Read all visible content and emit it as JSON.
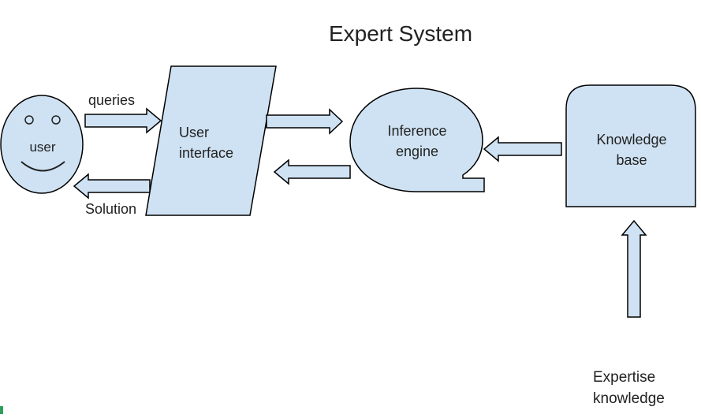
{
  "title": "Expert System",
  "colors": {
    "fill": "#cfe2f3",
    "stroke": "#000000",
    "text": "#222222",
    "corner_mark": "#2e9e5b"
  },
  "nodes": {
    "user": {
      "label": "user",
      "icon": "smiley-face-icon"
    },
    "user_interface": {
      "line1": "User",
      "line2": "interface"
    },
    "inference_engine": {
      "line1": "Inference",
      "line2": "engine"
    },
    "knowledge_base": {
      "line1": "Knowledge",
      "line2": "base"
    },
    "expertise_knowledge": {
      "line1": "Expertise",
      "line2": "knowledge"
    }
  },
  "edges": {
    "queries": "queries",
    "solution": "Solution"
  }
}
